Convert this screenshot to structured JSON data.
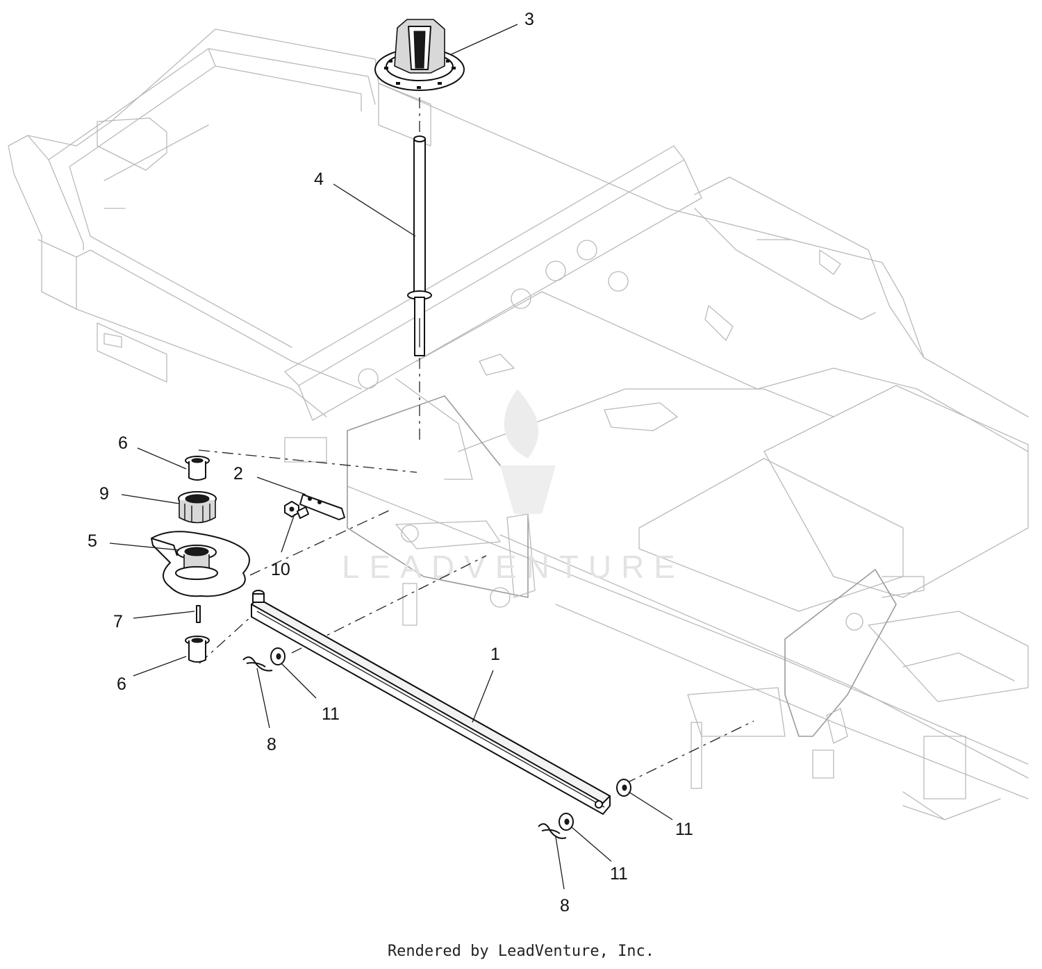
{
  "diagram": {
    "watermark": "LEADVENTURE",
    "callouts": [
      {
        "id": "c1",
        "label": "1"
      },
      {
        "id": "c2",
        "label": "2"
      },
      {
        "id": "c3",
        "label": "3"
      },
      {
        "id": "c4",
        "label": "4"
      },
      {
        "id": "c5",
        "label": "5"
      },
      {
        "id": "c6a",
        "label": "6"
      },
      {
        "id": "c6b",
        "label": "6"
      },
      {
        "id": "c7",
        "label": "7"
      },
      {
        "id": "c8a",
        "label": "8"
      },
      {
        "id": "c8b",
        "label": "8"
      },
      {
        "id": "c9",
        "label": "9"
      },
      {
        "id": "c10",
        "label": "10"
      },
      {
        "id": "c11a",
        "label": "11"
      },
      {
        "id": "c11b",
        "label": "11"
      },
      {
        "id": "c11c",
        "label": "11"
      }
    ]
  },
  "footer": {
    "text": "Rendered by LeadVenture, Inc."
  }
}
